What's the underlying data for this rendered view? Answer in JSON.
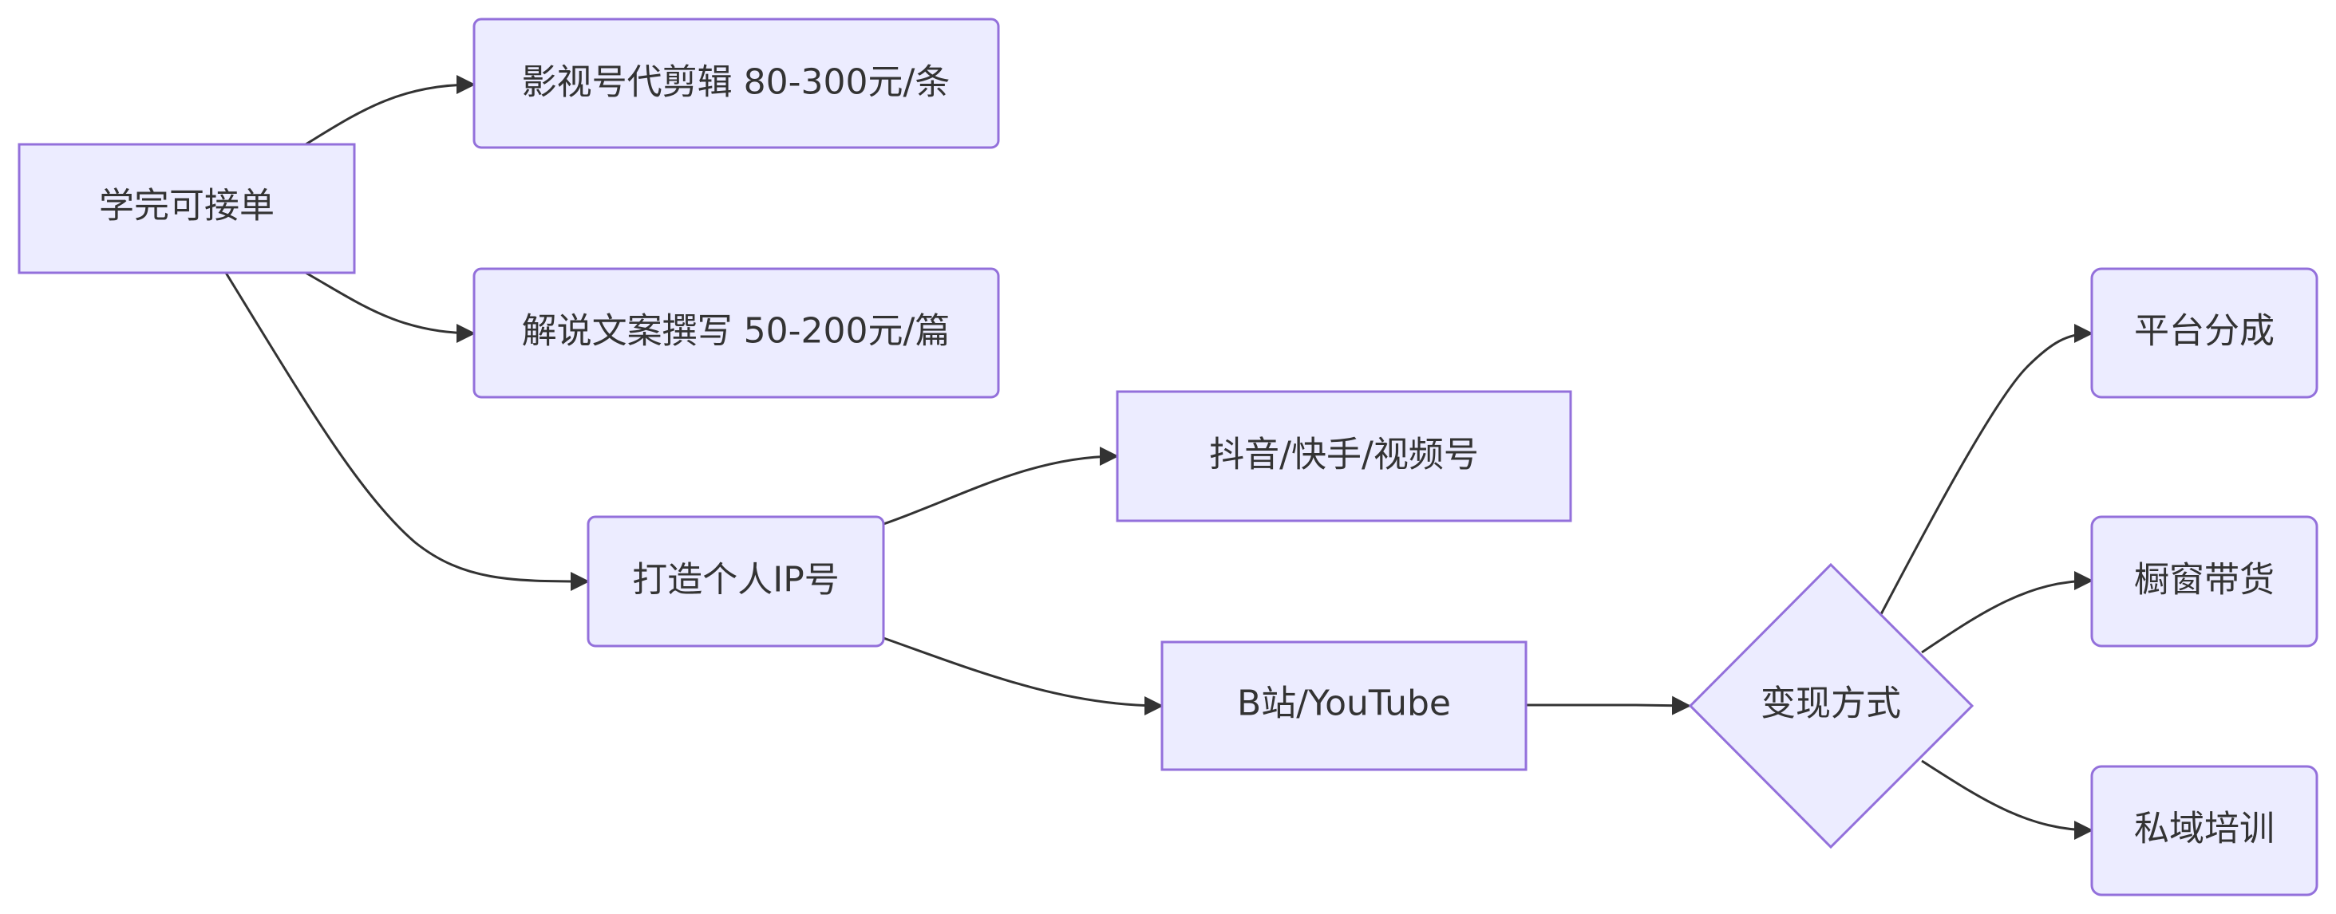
{
  "diagram": {
    "type": "flowchart",
    "direction": "left-to-right",
    "colors": {
      "node_fill": "#ECECFF",
      "node_stroke": "#9370DB",
      "edge": "#333333",
      "text": "#333333"
    },
    "nodes": [
      {
        "id": "start",
        "label": "学完可接单",
        "shape": "rect"
      },
      {
        "id": "edit",
        "label": "影视号代剪辑 80-300元/条",
        "shape": "rounded"
      },
      {
        "id": "write",
        "label": "解说文案撰写 50-200元/篇",
        "shape": "rounded"
      },
      {
        "id": "ip",
        "label": "打造个人IP号",
        "shape": "rounded"
      },
      {
        "id": "douyin",
        "label": "抖音/快手/视频号",
        "shape": "rect"
      },
      {
        "id": "bili",
        "label": "B站/YouTube",
        "shape": "rect"
      },
      {
        "id": "monetize",
        "label": "变现方式",
        "shape": "diamond"
      },
      {
        "id": "share",
        "label": "平台分成",
        "shape": "rounded"
      },
      {
        "id": "window",
        "label": "橱窗带货",
        "shape": "rounded"
      },
      {
        "id": "private",
        "label": "私域培训",
        "shape": "rounded"
      }
    ],
    "edges": [
      {
        "from": "start",
        "to": "edit"
      },
      {
        "from": "start",
        "to": "write"
      },
      {
        "from": "start",
        "to": "ip"
      },
      {
        "from": "ip",
        "to": "douyin"
      },
      {
        "from": "ip",
        "to": "bili"
      },
      {
        "from": "bili",
        "to": "monetize"
      },
      {
        "from": "monetize",
        "to": "share"
      },
      {
        "from": "monetize",
        "to": "window"
      },
      {
        "from": "monetize",
        "to": "private"
      }
    ]
  }
}
